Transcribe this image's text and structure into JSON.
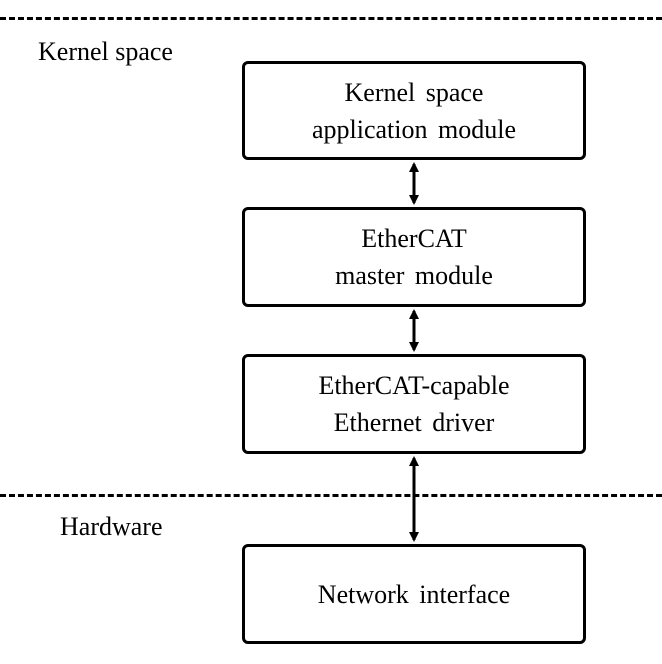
{
  "zones": {
    "kernel_label": "Kernel space",
    "hardware_label": "Hardware"
  },
  "boxes": {
    "app_module": {
      "line1": "Kernel space",
      "line2": "application  module"
    },
    "master_module": {
      "line1": "EtherCAT",
      "line2": "master  module"
    },
    "ethernet_driver": {
      "line1": "EtherCAT-capable",
      "line2": "Ethernet  driver"
    },
    "network_interface": {
      "line1": "Network interface"
    }
  },
  "colors": {
    "stroke": "#000000",
    "background": "#ffffff"
  }
}
